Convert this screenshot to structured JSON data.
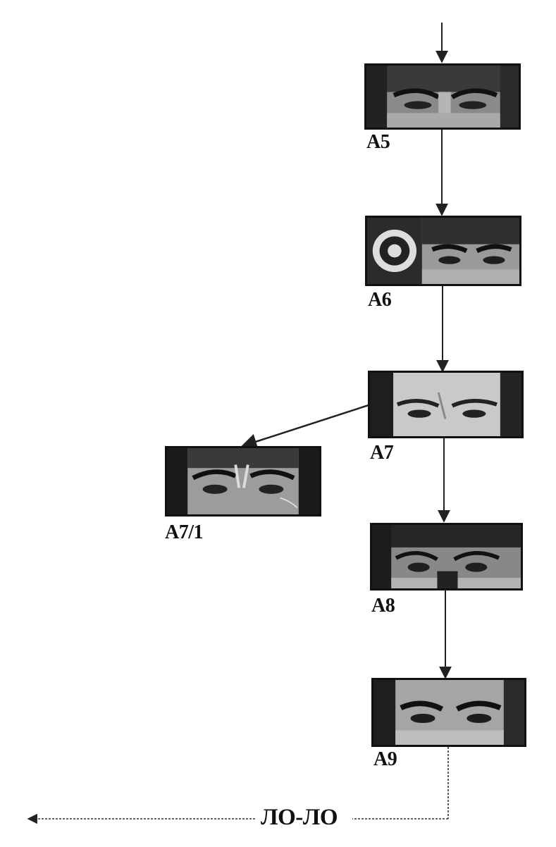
{
  "diagram": {
    "nodes": [
      {
        "id": "A5",
        "label": "A5"
      },
      {
        "id": "A6",
        "label": "A6"
      },
      {
        "id": "A7",
        "label": "A7"
      },
      {
        "id": "A7/1",
        "label": "A7/1"
      },
      {
        "id": "A8",
        "label": "A8"
      },
      {
        "id": "A9",
        "label": "A9"
      }
    ],
    "edges": [
      {
        "from": "A5",
        "to": "A6",
        "style": "solid"
      },
      {
        "from": "A6",
        "to": "A7",
        "style": "solid"
      },
      {
        "from": "A7",
        "to": "A7/1",
        "style": "solid"
      },
      {
        "from": "A7",
        "to": "A8",
        "style": "solid"
      },
      {
        "from": "A8",
        "to": "A9",
        "style": "solid"
      },
      {
        "from": "A9",
        "to": "ЛО-ЛО",
        "style": "dashed"
      }
    ],
    "terminal_label": "ЛО-ЛО"
  },
  "colors": {
    "line": "#222222",
    "frame": "#111111",
    "photo_dark": "#1a1a1a",
    "photo_light": "#d8d8d8"
  }
}
